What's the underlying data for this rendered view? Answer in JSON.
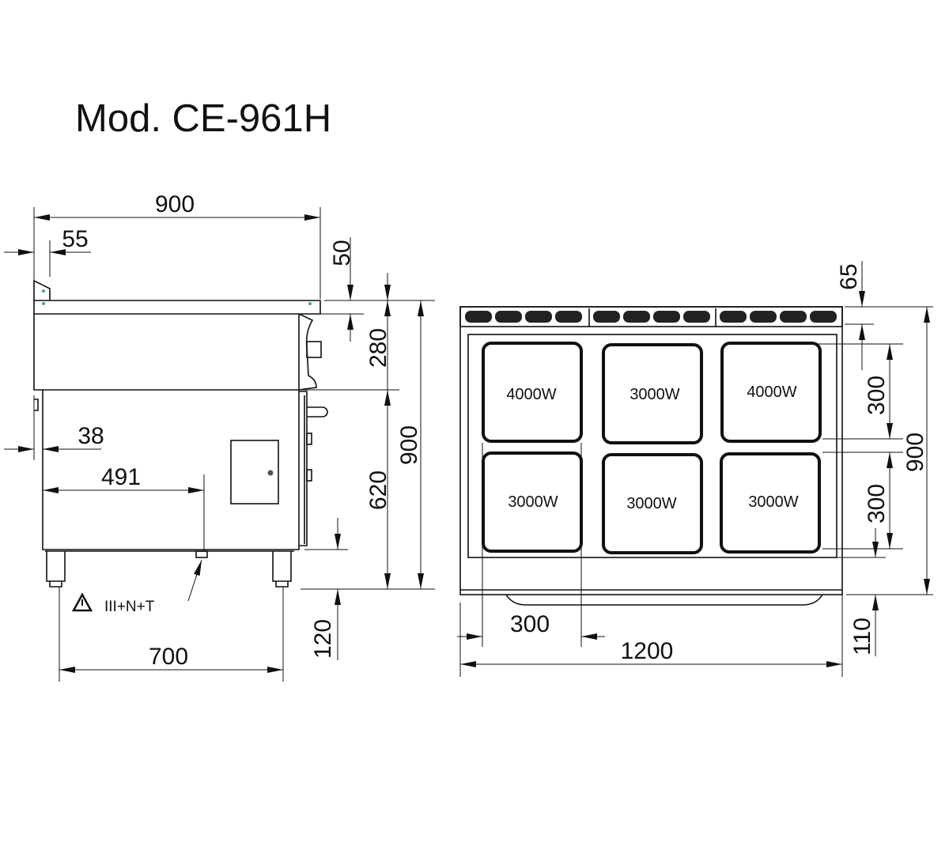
{
  "title": "Mod. CE-961H",
  "side_view": {
    "dims": {
      "depth_total": "900",
      "backsplash": "55",
      "top_thickness": "50",
      "upper_height": "280",
      "lower_height": "620",
      "total_height": "900",
      "offset": "38",
      "cable_position": "491",
      "feet_spacing": "700",
      "feet_height": "120"
    },
    "power_note": "III+N+T",
    "warning_icon": "warning-triangle-icon"
  },
  "top_view": {
    "plates": [
      {
        "label": "4000W"
      },
      {
        "label": "3000W"
      },
      {
        "label": "4000W"
      },
      {
        "label": "3000W"
      },
      {
        "label": "3000W"
      },
      {
        "label": "3000W"
      }
    ],
    "dims": {
      "control_strip": "65",
      "plate_depth_rear": "300",
      "plate_depth_front": "300",
      "total_depth": "900",
      "front_margin": "110",
      "plate_width": "300",
      "total_width": "1200"
    }
  }
}
